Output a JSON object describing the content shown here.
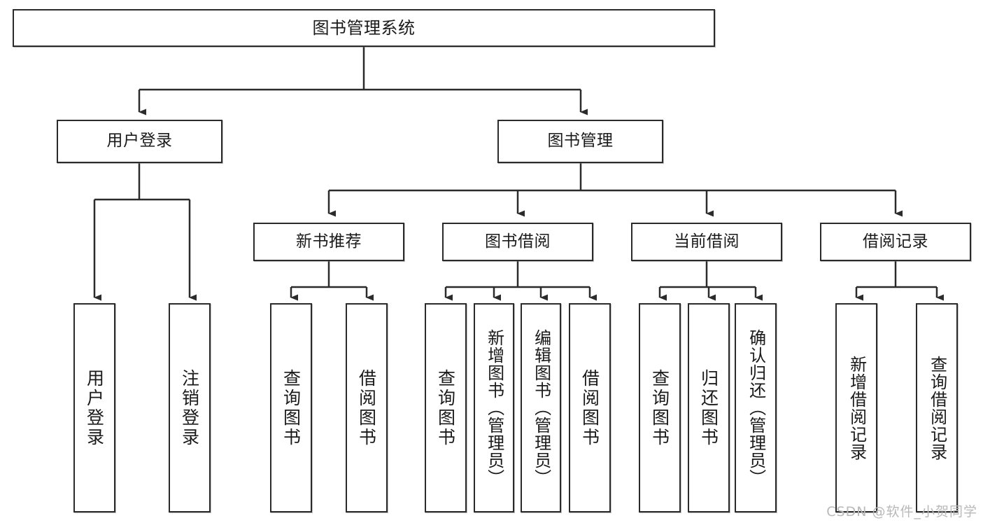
{
  "diagram": {
    "title": "图书管理系统",
    "watermark": "CSDN @软件_小贺同学",
    "stroke_color": "#2b2b2b",
    "background_color": "#ffffff",
    "text_color": "#1a1a1a",
    "watermark_color": "#b9b9b9",
    "levels": {
      "root": "图书管理系统",
      "level2": [
        "用户登录",
        "图书管理"
      ],
      "level3": [
        "新书推荐",
        "图书借阅",
        "当前借阅",
        "借阅记录"
      ],
      "leaves": [
        "用户登录",
        "注销登录",
        "查询图书",
        "借阅图书",
        "查询图书",
        "新增图书（管理员）",
        "编辑图书（管理员）",
        "借阅图书",
        "查询图书",
        "归还图书",
        "确认归还（管理员）",
        "新增借阅记录",
        "查询借阅记录"
      ]
    },
    "nodes": {
      "root": {
        "label": "图书管理系统"
      },
      "user_login": {
        "label": "用户登录"
      },
      "book_manage": {
        "label": "图书管理"
      },
      "new_book_rec": {
        "label": "新书推荐"
      },
      "book_borrow": {
        "label": "图书借阅"
      },
      "current_borrow": {
        "label": "当前借阅"
      },
      "borrow_record": {
        "label": "借阅记录"
      },
      "leaf_user_login": {
        "label": "用户登录"
      },
      "leaf_logout": {
        "label": "注销登录"
      },
      "leaf_query_book_1": {
        "label": "查询图书"
      },
      "leaf_borrow_book_1": {
        "label": "借阅图书"
      },
      "leaf_query_book_2": {
        "label": "查询图书"
      },
      "leaf_add_book": {
        "label": "新增图书（管理员）"
      },
      "leaf_edit_book": {
        "label": "编辑图书（管理员）"
      },
      "leaf_borrow_book_2": {
        "label": "借阅图书"
      },
      "leaf_query_book_3": {
        "label": "查询图书"
      },
      "leaf_return_book": {
        "label": "归还图书"
      },
      "leaf_confirm_return": {
        "label": "确认归还（管理员）"
      },
      "leaf_add_record": {
        "label": "新增借阅记录"
      },
      "leaf_query_record": {
        "label": "查询借阅记录"
      }
    }
  }
}
